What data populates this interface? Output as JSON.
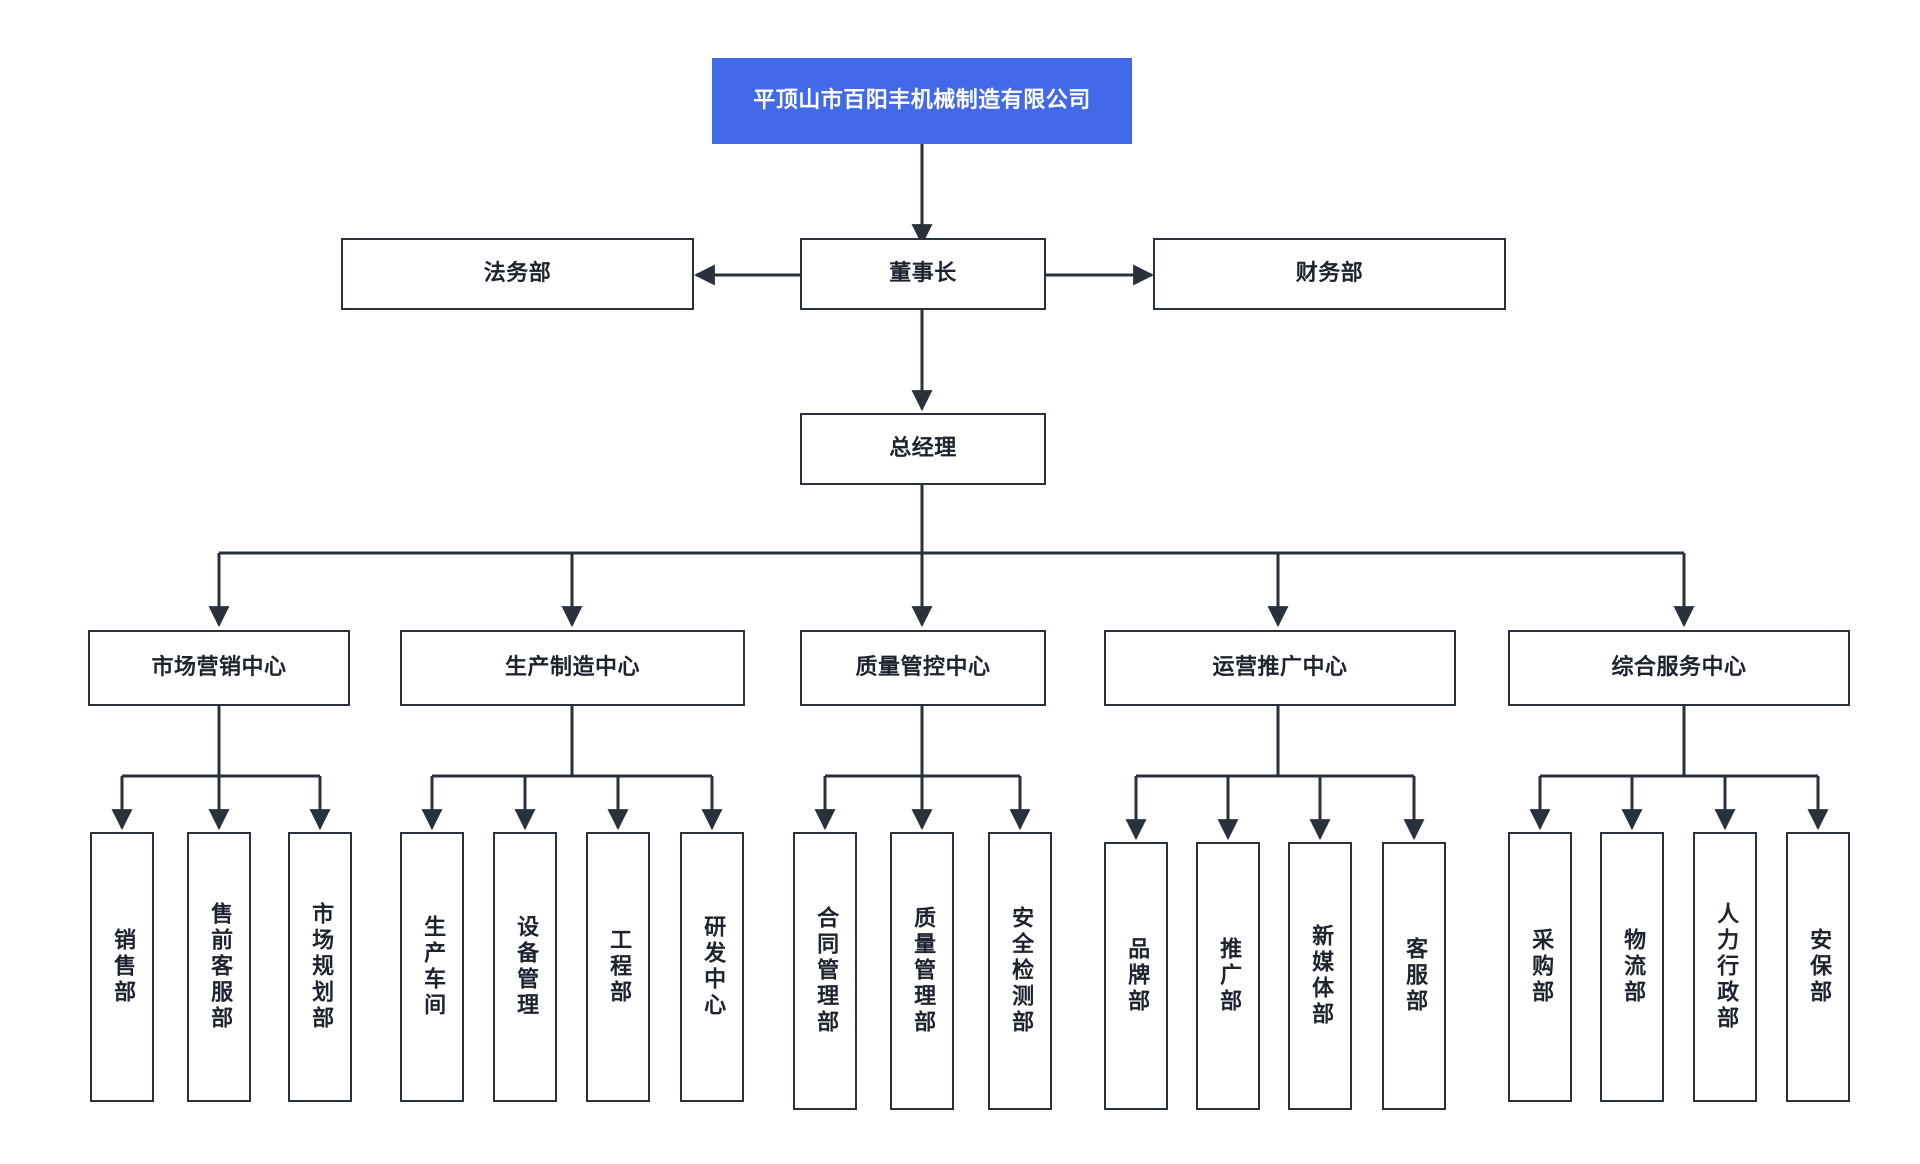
{
  "diagram": {
    "title": "平顶山市百阳丰机械制造有限公司",
    "type": "organizational-chart",
    "accent_color": "#4169e8",
    "line_color": "#29313d",
    "background_color": "#ffffff"
  },
  "root": {
    "label": "平顶山市百阳丰机械制造有限公司"
  },
  "level2": {
    "left": {
      "label": "法务部"
    },
    "center": {
      "label": "董事长"
    },
    "right": {
      "label": "财务部"
    }
  },
  "level2b": {
    "center": {
      "label": "总经理"
    }
  },
  "centers": [
    {
      "label": "市场营销中心",
      "children": [
        {
          "label": "销售部"
        },
        {
          "label": "售前客服部"
        },
        {
          "label": "市场规划部"
        }
      ]
    },
    {
      "label": "生产制造中心",
      "children": [
        {
          "label": "生产车间"
        },
        {
          "label": "设备管理"
        },
        {
          "label": "工程部"
        },
        {
          "label": "研发中心"
        }
      ]
    },
    {
      "label": "质量管控中心",
      "children": [
        {
          "label": "合同管理部"
        },
        {
          "label": "质量管理部"
        },
        {
          "label": "安全检测部"
        }
      ]
    },
    {
      "label": "运营推广中心",
      "children": [
        {
          "label": "品牌部"
        },
        {
          "label": "推广部"
        },
        {
          "label": "新媒体部"
        },
        {
          "label": "客服部"
        }
      ]
    },
    {
      "label": "综合服务中心",
      "children": [
        {
          "label": "采购部"
        },
        {
          "label": "物流部"
        },
        {
          "label": "人力行政部"
        },
        {
          "label": "安保部"
        }
      ]
    }
  ]
}
